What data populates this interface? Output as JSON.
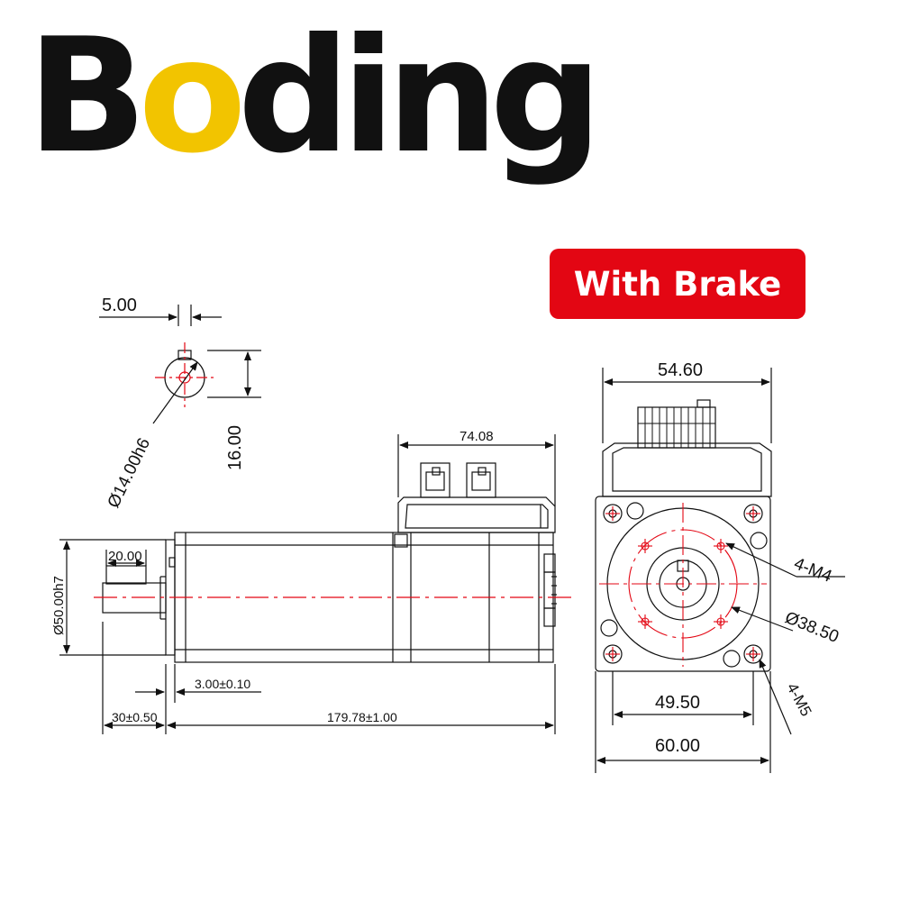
{
  "logo": {
    "first": "B",
    "accent": "o",
    "rest": "ding"
  },
  "badge": {
    "label": "With Brake"
  },
  "dimensions": {
    "key_width": "5.00",
    "key_height": "16.00",
    "shaft_dia": "Ø14.00h6",
    "pilot_dia": "Ø50.00h7",
    "key_length": "20.00",
    "flange_thk": "3.00±0.10",
    "shaft_len": "30±0.50",
    "body_len": "179.78±1.00",
    "drive_len": "74.08",
    "drive_width": "54.60",
    "hole_tap": "4-M4",
    "bolt_circle": "Ø38.50",
    "hole_mount": "4-M5",
    "hole_pitch": "49.50",
    "flange_size": "60.00"
  },
  "colors": {
    "line": "#111111",
    "center": "#e30613",
    "badge": "#e30613",
    "logo_accent": "#f2c400"
  }
}
